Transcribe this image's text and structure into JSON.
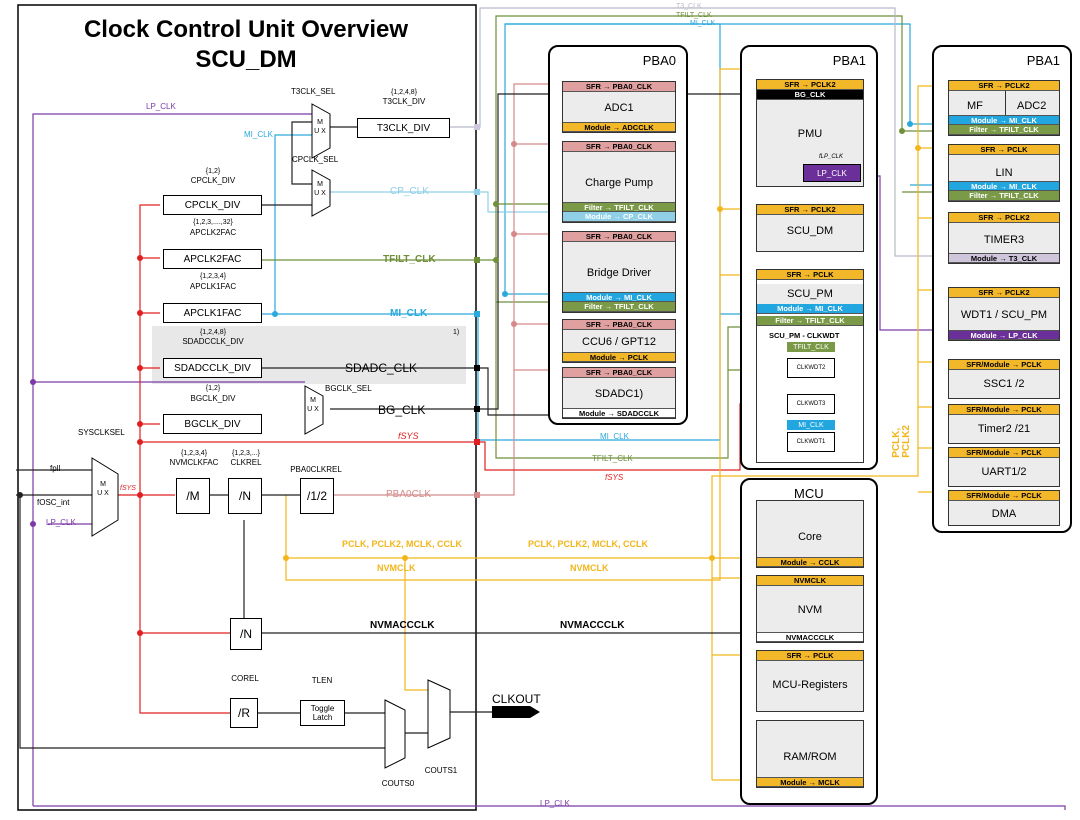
{
  "title": {
    "line1": "Clock Control Unit Overview",
    "line2": "SCU_DM"
  },
  "colors": {
    "lp": "#7b3aa8",
    "mi": "#2aa9dc",
    "cp": "#8fd0e6",
    "tfilt": "#6f8f3a",
    "t3": "#b9b9c9",
    "pba0": "#d48a8a",
    "fsys": "#e02020",
    "pclk": "#f2b61c",
    "sfr_pink": "#e0a0a0",
    "sfr_yellow": "#f3b72a",
    "green": "#7a9a48",
    "blue": "#22a6e0",
    "purple": "#6a2f98",
    "lav": "#cfc6dc",
    "black": "#000000"
  },
  "signals": {
    "lp_clk": "LP_CLK",
    "mi_clk": "MI_CLK",
    "cp_clk": "CP_CLK",
    "tfilt_clk": "TFILT_CLK",
    "t3_clk": "T3_CLK",
    "sdadc_clk": "SDADC_CLK",
    "bg_clk": "BG_CLK",
    "fsys": "fSYS",
    "pba0clk": "PBA0CLK",
    "pclk_group": "PCLK, PCLK2, MCLK, CCLK",
    "nvmclk": "NVMCLK",
    "nvmacclk": "NVMACCCLK",
    "clkout": "CLKOUT",
    "fpll": "fpll",
    "fosc": "fOSC_int",
    "pclk_v": "PCLK",
    "pclk2_v": "PCLK2",
    "flp": "fLP_CLK"
  },
  "clock_blocks": {
    "t3_sel": "T3CLK_SEL",
    "t3_fac": "{1,2,4,8}",
    "t3_fac_name": "T3CLK_DIV",
    "t3_div": "T3CLK_DIV",
    "cp_sel": "CPCLK_SEL",
    "cp_fac": "{1,2}",
    "cp_fac_name": "CPCLK_DIV",
    "cp_div": "CPCLK_DIV",
    "ap2_fac": "{1,2,3,....,32}",
    "ap2_fac_name": "APCLK2FAC",
    "ap2_div": "APCLK2FAC",
    "ap1_fac": "{1,2,3,4}",
    "ap1_fac_name": "APCLK1FAC",
    "ap1_div": "APCLK1FAC",
    "sd_fac": "{1,2,4,8}",
    "sd_fac_name": "SDADCCLK_DIV",
    "sd_div": "SDADCCLK_DIV",
    "note": "1)",
    "bg_fac": "{1,2}",
    "bg_fac_name": "BGCLK_DIV",
    "bg_div": "BGCLK_DIV",
    "bg_sel": "BGCLK_SEL",
    "sys_sel": "SYSCLKSEL",
    "nvm_fac": "{1,2,3,4}",
    "nvm_fac_name": "NVMCLKFAC",
    "clkrel_fac": "{1,2,3,...}",
    "clkrel_name": "CLKREL",
    "pba0_rel": "PBA0CLKREL",
    "div_m": "/M",
    "div_n": "/N",
    "div_half": "/1/2",
    "div_n2": "/N",
    "div_r": "/R",
    "corel": "COREL",
    "tlen": "TLEN",
    "toggle": "Toggle Latch",
    "couts0": "COUTS0",
    "couts1": "COUTS1",
    "mux": "M U X"
  },
  "pba0": {
    "title": "PBA0",
    "blocks": [
      {
        "name": "ADC1",
        "bars": [
          "SFR → PBA0_CLK",
          "Module → ADCCLK"
        ]
      },
      {
        "name": "Charge Pump",
        "bars": [
          "SFR → PBA0_CLK",
          "Filter → TFILT_CLK",
          "Module → CP_CLK"
        ]
      },
      {
        "name": "Bridge Driver",
        "bars": [
          "SFR → PBA0_CLK",
          "Module → MI_CLK",
          "Filter → TFILT_CLK"
        ]
      },
      {
        "name": "CCU6 / GPT12",
        "bars": [
          "SFR → PBA0_CLK",
          "Module → PCLK"
        ]
      },
      {
        "name": "SDADC1)",
        "bars": [
          "SFR → PBA0_CLK",
          "Module → SDADCCLK"
        ]
      }
    ]
  },
  "pba1a": {
    "title": "PBA1",
    "blocks": [
      {
        "name": "PMU",
        "bars": [
          "SFR → PCLK2",
          "BG_CLK",
          "LP_CLK"
        ]
      },
      {
        "name": "SCU_DM",
        "bars": [
          "SFR → PCLK2"
        ]
      },
      {
        "name": "SCU_PM",
        "bars": [
          "SFR → PCLK",
          "Module → MI_CLK",
          "Filter → TFILT_CLK",
          "SCU_PM - CLKWDT",
          "TFILT_CLK",
          "CLKWDT2",
          "CLKWDT3",
          "MI_CLK",
          "CLKWDT1"
        ]
      }
    ]
  },
  "mcu": {
    "title": "MCU",
    "blocks": [
      {
        "name": "Core",
        "bars": [
          "Module → CCLK"
        ]
      },
      {
        "name": "NVM",
        "bars": [
          "NVMCLK",
          "NVMACCCLK"
        ]
      },
      {
        "name": "MCU-Registers",
        "bars": [
          "SFR → PCLK"
        ]
      },
      {
        "name": "RAM/ROM",
        "bars": [
          "Module → MCLK"
        ]
      }
    ]
  },
  "pba1b": {
    "title": "PBA1",
    "blocks": [
      {
        "name": "MF",
        "name2": "ADC2",
        "bars": [
          "SFR → PCLK2",
          "Module → MI_CLK",
          "Filter → TFILT_CLK"
        ]
      },
      {
        "name": "LIN",
        "bars": [
          "SFR → PCLK",
          "Module → MI_CLK",
          "Filter → TFILT_CLK"
        ]
      },
      {
        "name": "TIMER3",
        "bars": [
          "SFR → PCLK2",
          "Module → T3_CLK"
        ]
      },
      {
        "name": "WDT1 / SCU_PM",
        "bars": [
          "SFR → PCLK2",
          "Module → LP_CLK"
        ]
      },
      {
        "name": "SSC1 /2",
        "bars": [
          "SFR/Module → PCLK"
        ]
      },
      {
        "name": "Timer2 /21",
        "bars": [
          "SFR/Module → PCLK"
        ]
      },
      {
        "name": "UART1/2",
        "bars": [
          "SFR/Module → PCLK"
        ]
      },
      {
        "name": "DMA",
        "bars": [
          "SFR/Module → PCLK"
        ]
      }
    ]
  }
}
